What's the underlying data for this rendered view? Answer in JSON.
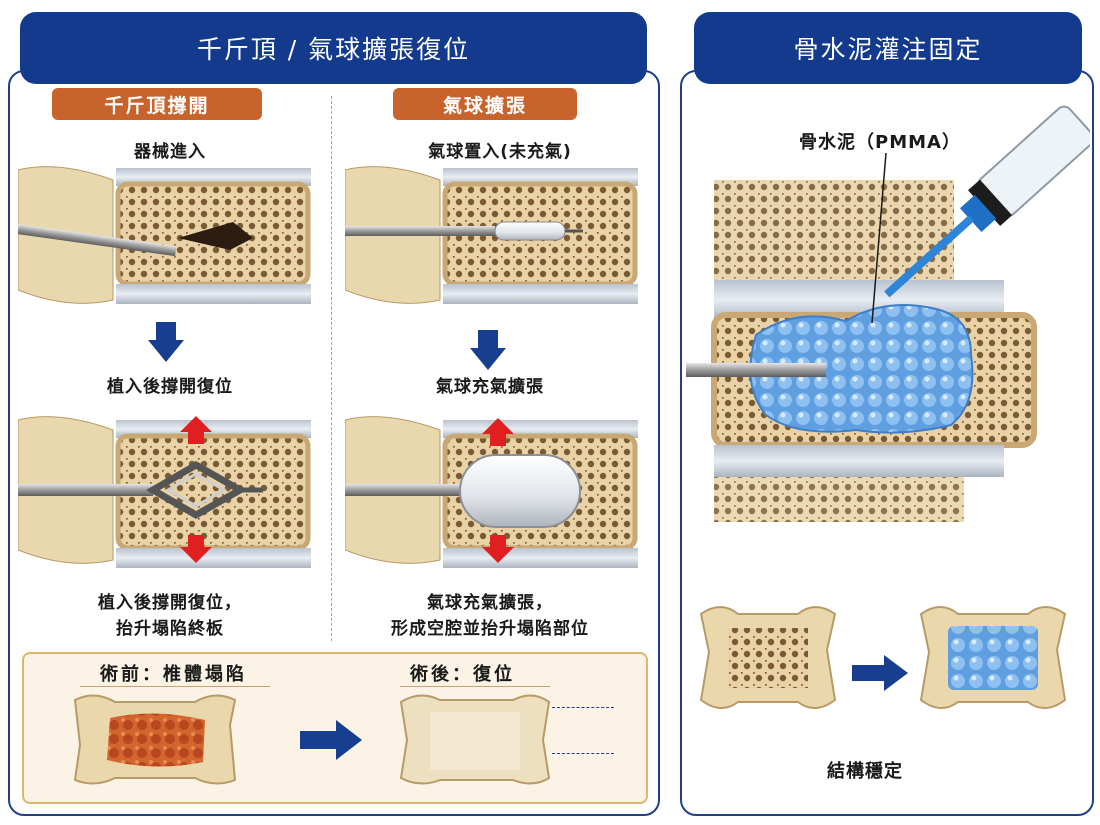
{
  "left_panel": {
    "title": "千斤頂 / 氣球擴張復位",
    "jack": {
      "tag": "千斤頂撐開",
      "step1": "器械進入",
      "step2": "植入後撐開復位",
      "step3_line1": "植入後撐開復位，",
      "step3_line2": "抬升塌陷終板"
    },
    "balloon": {
      "tag": "氣球擴張",
      "step1": "氣球置入(未充氣)",
      "step2": "氣球充氣擴張",
      "step3_line1": "氣球充氣擴張，",
      "step3_line2": "形成空腔並抬升塌陷部位"
    },
    "compare": {
      "before": "術前：椎體塌陷",
      "after": "術後：復位"
    }
  },
  "right_panel": {
    "title": "骨水泥灌注固定",
    "cement_label": "骨水泥（PMMA）",
    "result": "結構穩定"
  },
  "colors": {
    "header": "#133a8c",
    "tag": "#c8632b",
    "arrow_blue": "#173e8f",
    "arrow_red": "#e02020",
    "bone": "#ecd9ae",
    "cement": "#6aa8e6"
  }
}
